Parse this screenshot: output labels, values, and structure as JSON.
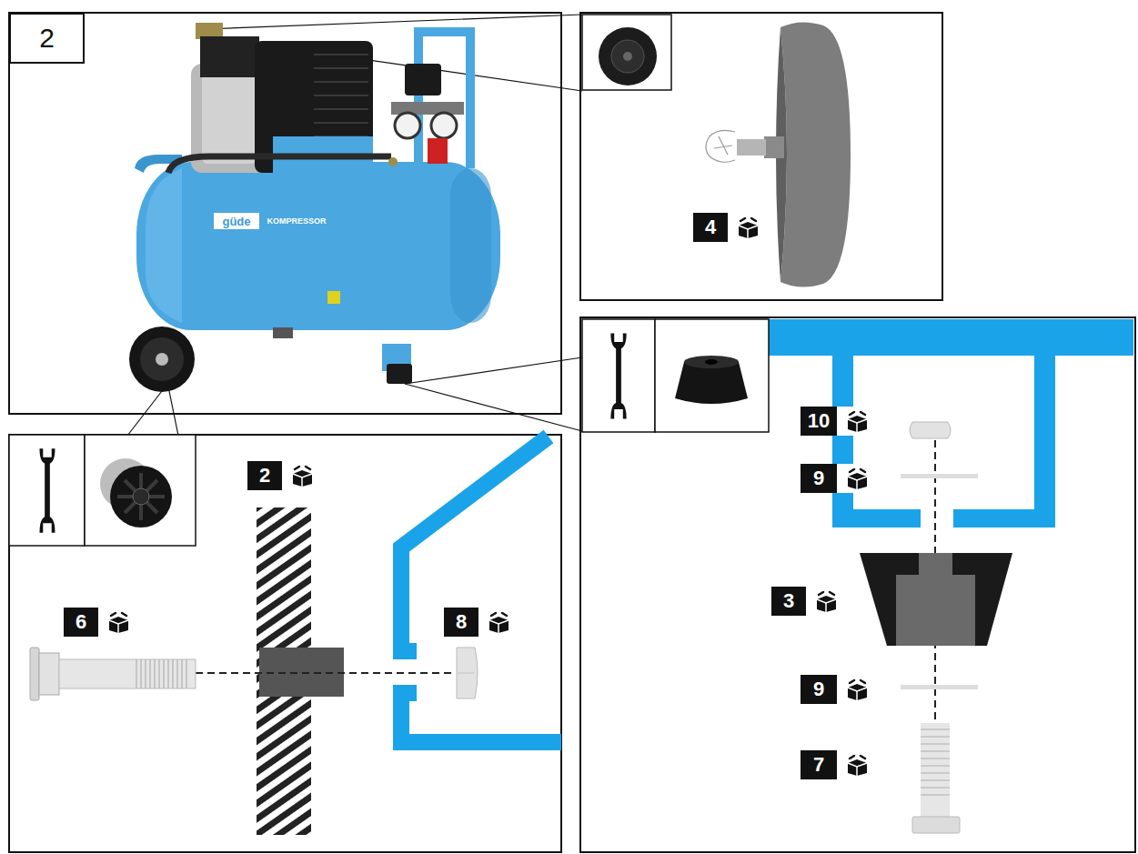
{
  "diagram": {
    "labels": [
      "2",
      "güde",
      "KOMPRESSOR",
      "4",
      "10",
      "9",
      "3",
      "9",
      "7",
      "2",
      "6",
      "8"
    ]
  }
}
